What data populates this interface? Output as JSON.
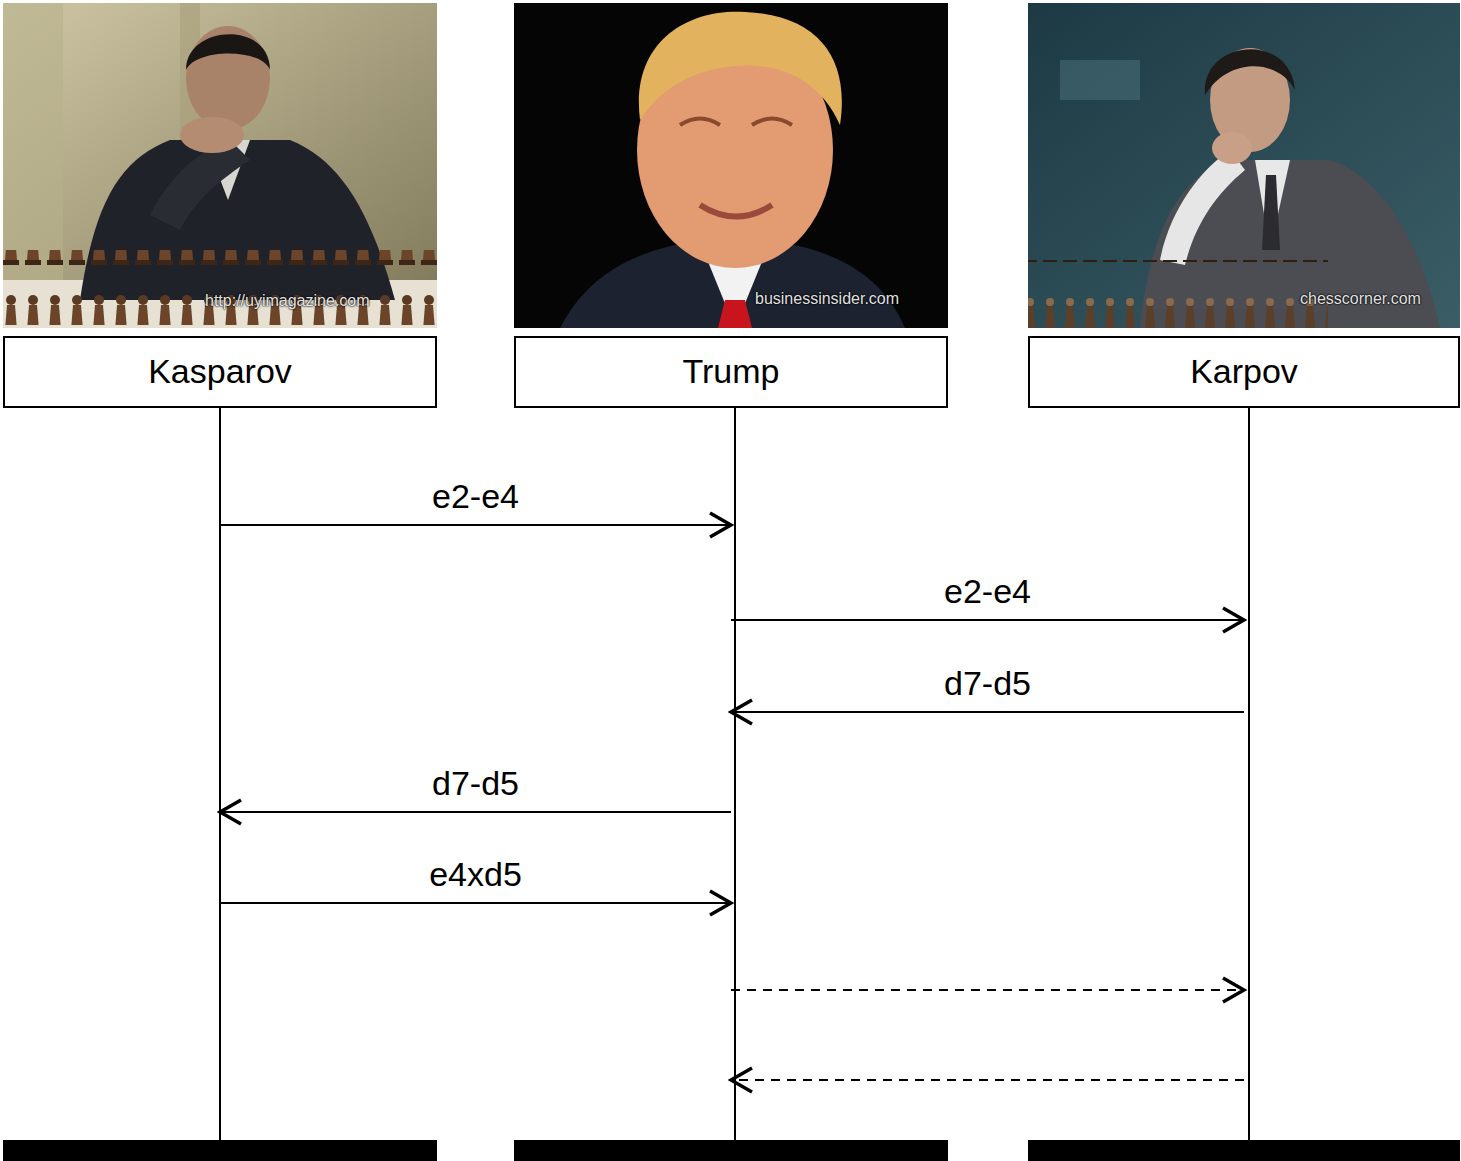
{
  "diagram": {
    "nodes": [
      {
        "text": [
          "Kasparov"
        ]
      },
      {
        "text": [
          "Trump"
        ]
      },
      {
        "text": [
          "Karpov"
        ]
      }
    ],
    "edges": [
      {
        "from": 0,
        "to": 1,
        "arrow": "to",
        "label": "e2-e4"
      },
      {
        "from": 1,
        "to": 2,
        "arrow": "to",
        "label": "e2-e4"
      },
      {
        "from": 2,
        "to": 1,
        "arrow": "to",
        "label": "d7-d5"
      },
      {
        "from": 1,
        "to": 0,
        "arrow": "to",
        "label": "d7-d5"
      },
      {
        "from": 0,
        "to": 1,
        "arrow": "to",
        "label": "e4xd5"
      },
      {
        "from": 1,
        "to": 2,
        "arrow": "to"
      },
      {
        "from": 2,
        "to": 1,
        "arrow": "to"
      }
    ],
    "labels": [
      "http://uyimagazine.com",
      "businessinsider.com",
      "chesscorner.com"
    ]
  }
}
